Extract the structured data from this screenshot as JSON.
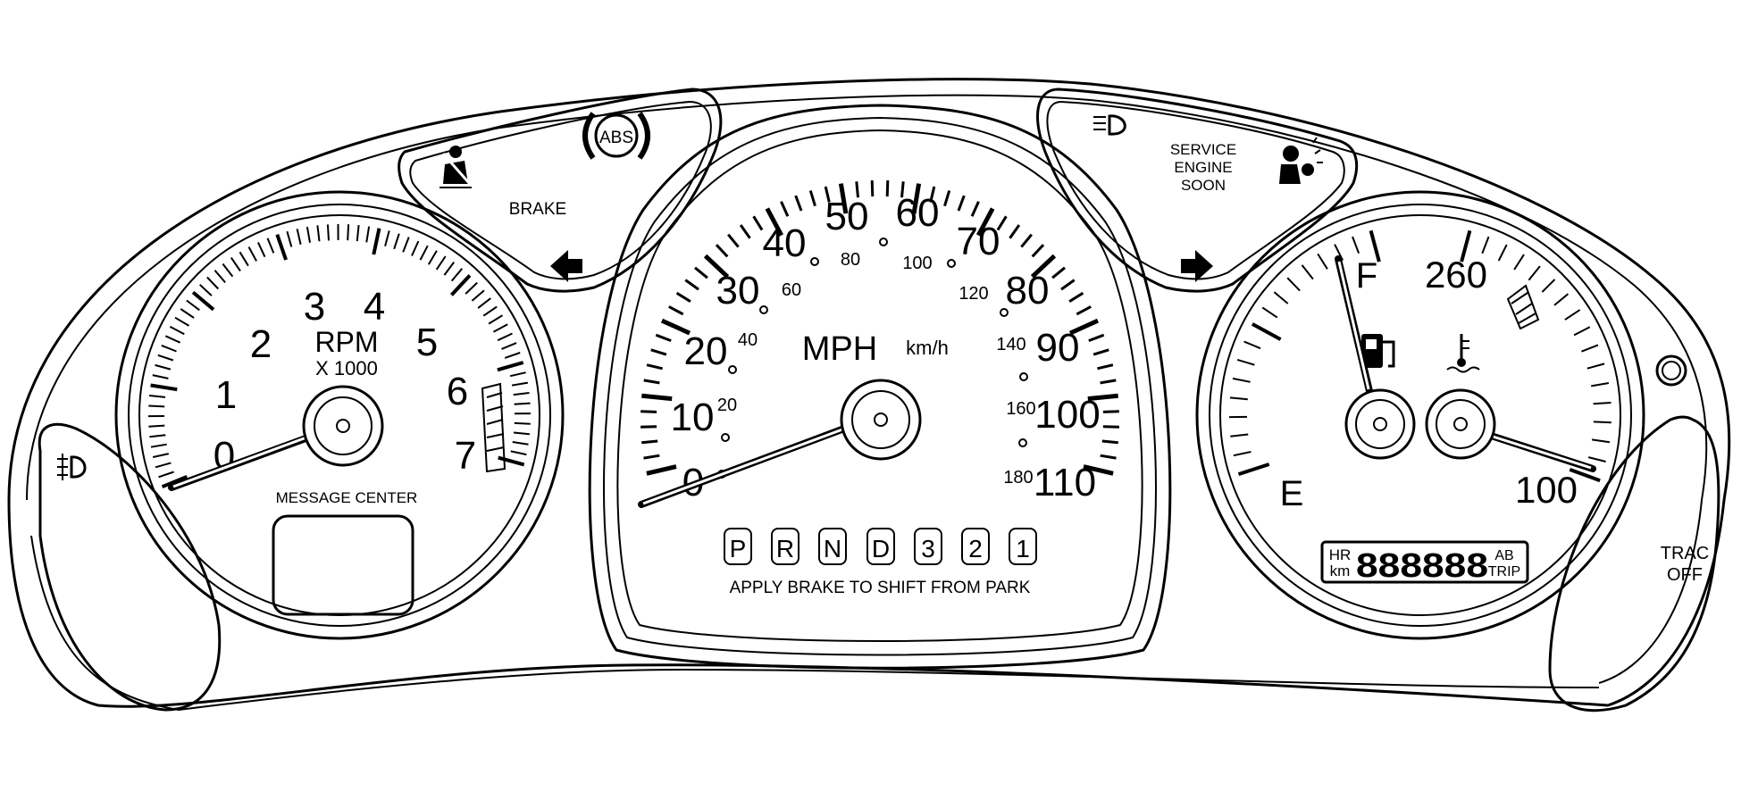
{
  "tachometer": {
    "numbers": [
      "0",
      "1",
      "2",
      "3",
      "4",
      "5",
      "6",
      "7"
    ],
    "label": "RPM",
    "multiplier": "X 1000",
    "message_center_label": "MESSAGE CENTER"
  },
  "speedometer": {
    "mph_numbers": [
      "0",
      "10",
      "20",
      "30",
      "40",
      "50",
      "60",
      "70",
      "80",
      "90",
      "100",
      "110"
    ],
    "kmh_numbers": [
      "20",
      "40",
      "60",
      "80",
      "100",
      "120",
      "140",
      "160",
      "180"
    ],
    "unit_primary": "MPH",
    "unit_secondary": "km/h"
  },
  "gear_selector": {
    "gears": [
      "P",
      "R",
      "N",
      "D",
      "3",
      "2",
      "1"
    ],
    "notice": "APPLY BRAKE TO SHIFT FROM PARK"
  },
  "fuel_gauge": {
    "full": "F",
    "empty": "E"
  },
  "temperature_gauge": {
    "high": "260",
    "low": "100"
  },
  "odometer": {
    "left_top": "HR",
    "left_bottom": "km",
    "digits": "888888",
    "right_top": "AB",
    "right_bottom": "TRIP"
  },
  "telltales": {
    "brake": "BRAKE",
    "abs": "ABS",
    "service_engine_line1": "SERVICE",
    "service_engine_line2": "ENGINE",
    "service_engine_line3": "SOON",
    "trac_line1": "TRAC",
    "trac_line2": "OFF"
  },
  "icons": [
    "seatbelt-icon",
    "abs-icon",
    "left-turn-arrow-icon",
    "headlamp-icon",
    "airbag-icon",
    "right-turn-arrow-icon",
    "fog-lamp-icon",
    "fuel-pump-icon",
    "coolant-temp-icon",
    "trac-off-button-icon"
  ]
}
